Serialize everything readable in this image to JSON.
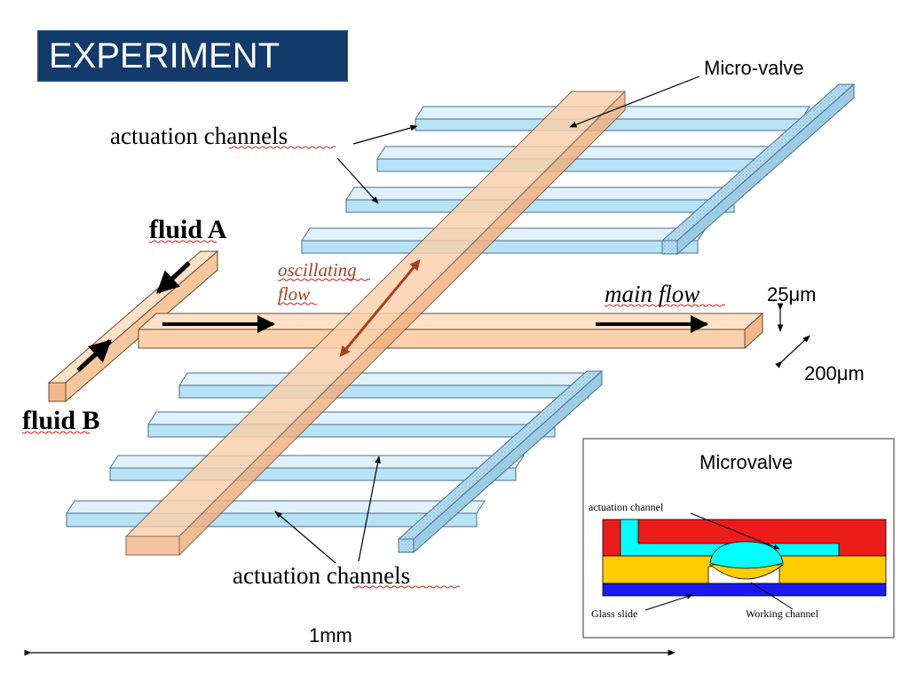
{
  "slide": {
    "title": "EXPERIMENT"
  },
  "diagram": {
    "labels": {
      "micro_valve": "Micro-valve",
      "actuation_channels_top": "actuation channels",
      "actuation_channels_bottom": "actuation channels",
      "fluid_a": "fluid A",
      "fluid_b": "fluid B",
      "oscillating_flow_line1": "oscillating",
      "oscillating_flow_line2": "flow",
      "main_flow": "main flow",
      "height_scale": "25μm",
      "width_scale": "200μm",
      "length_scale": "1mm"
    },
    "inset": {
      "title": "Microvalve",
      "actuation_channel": "actuation channel",
      "glass_slide": "Glass slide",
      "working_channel": "Working  channel"
    },
    "colors": {
      "title_bg": "#123a6b",
      "fluid_channel": "#fbd0aa",
      "actuation_channel": "#b8e2f6",
      "oscillating_arrow": "#a8401a",
      "inset_red": "#ee1b1b",
      "inset_cyan": "#00ffff",
      "inset_yellow": "#ffcc00",
      "inset_blue": "#1a1aee"
    }
  }
}
